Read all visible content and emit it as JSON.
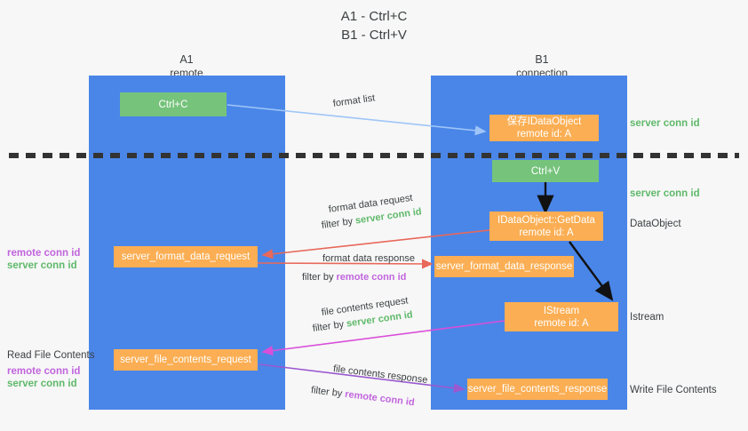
{
  "header": {
    "line1": "A1 - Ctrl+C",
    "line2": "B1 - Ctrl+V"
  },
  "columns": [
    {
      "id": "a1",
      "name": "A1",
      "sub": "remote"
    },
    {
      "id": "b1",
      "name": "B1",
      "sub": "connection"
    }
  ],
  "boxes": {
    "ctrl_c": {
      "line1": "Ctrl+C",
      "line2": ""
    },
    "save_idataobject": {
      "line1": "保存IDataObject",
      "line2": "remote id: A"
    },
    "ctrl_v": {
      "line1": "Ctrl+V",
      "line2": ""
    },
    "getdata": {
      "line1": "IDataObject::GetData",
      "line2": "remote id: A"
    },
    "fmt_req": {
      "line1": "server_format_data_request",
      "line2": ""
    },
    "fmt_resp": {
      "line1": "server_format_data_response",
      "line2": ""
    },
    "istream": {
      "line1": "IStream",
      "line2": "remote id: A"
    },
    "file_req": {
      "line1": "server_file_contents_request",
      "line2": ""
    },
    "file_resp": {
      "line1": "server_file_contents_response",
      "line2": ""
    }
  },
  "gutter_labels": {
    "format_list": "format list",
    "fmt_data_request": "format data request",
    "fmt_data_request_filter_pre": "filter by ",
    "fmt_data_request_filter_key": "server conn id",
    "fmt_data_response": "format data response",
    "fmt_data_response_filter_pre": "filter by ",
    "fmt_data_response_filter_key": "remote conn id",
    "file_contents_request": "file contents request",
    "file_contents_request_filter_pre": "filter by ",
    "file_contents_request_filter_key": "server conn id",
    "file_contents_response": "file contents response",
    "file_contents_response_filter_pre": "filter by ",
    "file_contents_response_filter_key": "remote conn id"
  },
  "right_labels": {
    "server_conn_1": "server conn id",
    "server_conn_2": "server conn id",
    "dataobject": "DataObject",
    "istream": "Istream",
    "write_file_contents": "Write File Contents"
  },
  "left_labels": {
    "remote_conn_1": "remote conn id",
    "server_conn_1": "server conn id",
    "read_file_contents": "Read File Contents",
    "remote_conn_2": "remote conn id",
    "server_conn_2": "server conn id"
  },
  "colors": {
    "lane": "#4a86e8",
    "green_box": "#76c37c",
    "orange_box": "#fbae53",
    "remote_conn": "#c165dd",
    "server_conn": "#5fb96a",
    "arrow_blue": "#9fc5f8",
    "arrow_red": "#e8685a",
    "arrow_magenta": "#d94fd9",
    "arrow_purple": "#9b59d0",
    "arrow_black": "#111111",
    "background": "#f7f7f7"
  }
}
